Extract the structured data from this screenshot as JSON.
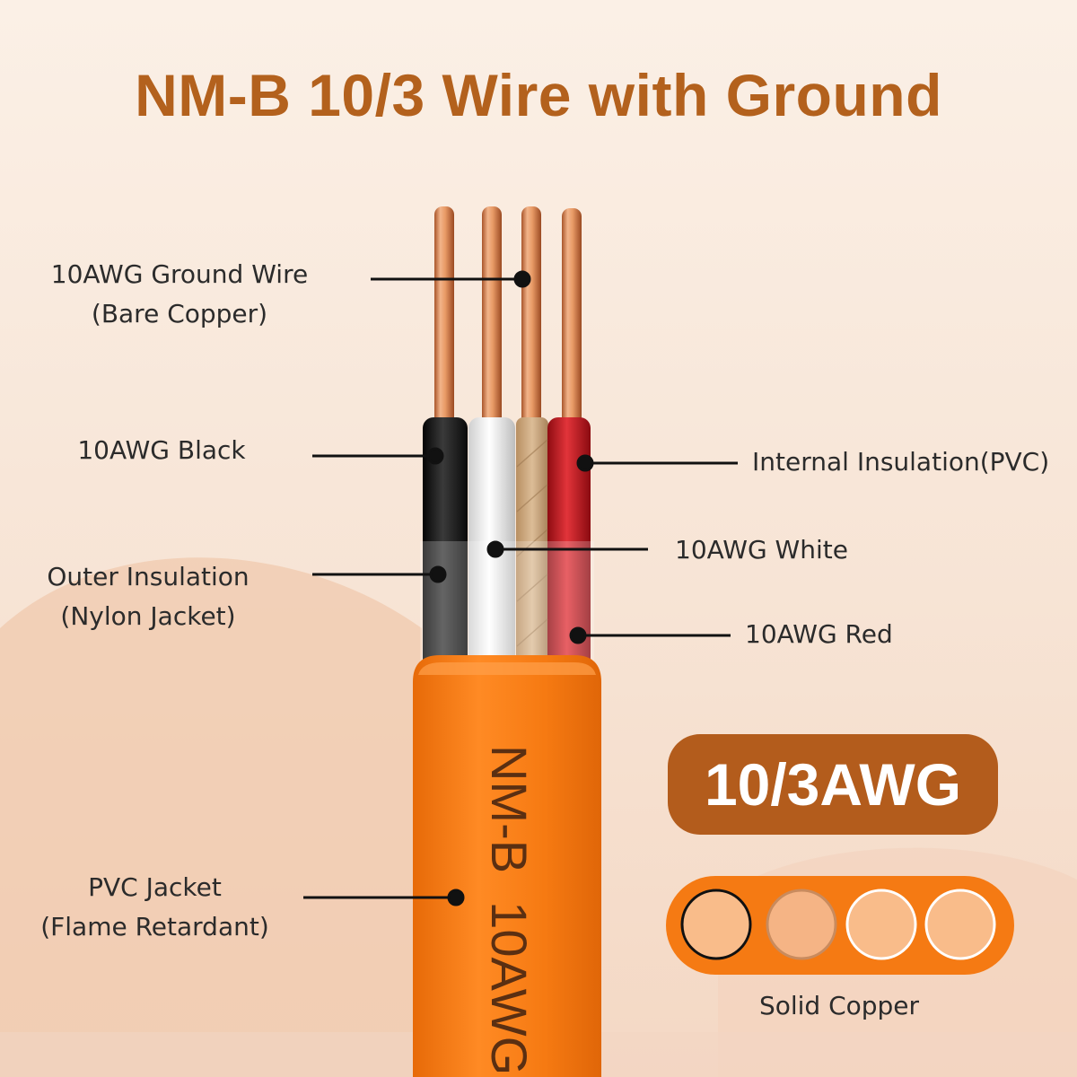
{
  "title": "NM-B 10/3 Wire with Ground",
  "labels": {
    "ground_wire": {
      "line1": "10AWG Ground Wire",
      "line2": "(Bare Copper)"
    },
    "black": {
      "line1": "10AWG Black"
    },
    "outer_insulation": {
      "line1": "Outer Insulation",
      "line2": "(Nylon Jacket)"
    },
    "pvc_jacket": {
      "line1": "PVC Jacket",
      "line2": "(Flame Retardant)"
    },
    "internal_insulation": {
      "line1": "Internal Insulation(PVC)"
    },
    "white": {
      "line1": "10AWG White"
    },
    "red": {
      "line1": "10AWG Red"
    }
  },
  "jacket_print": "NM-B  10AWG",
  "badge": "10/3AWG",
  "cross_section_label": "Solid Copper",
  "colors": {
    "title": "#b3611d",
    "badge": "#b35c1c",
    "jacket": "#f57a13",
    "copper": "#d8874e",
    "black_wire": "#1a1a1a",
    "white_wire": "#efefef",
    "paper_wrap": "#cfae85",
    "red_wire": "#c8141c"
  }
}
